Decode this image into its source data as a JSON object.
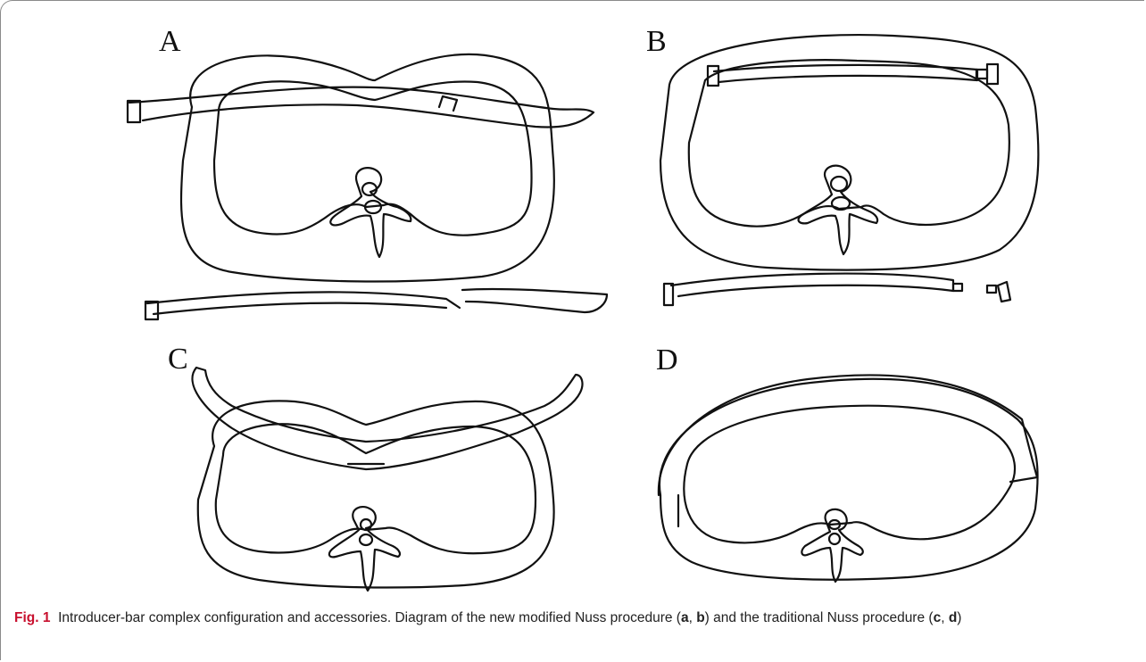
{
  "panels": {
    "a": "A",
    "b": "B",
    "c": "C",
    "d": "D"
  },
  "caption": {
    "fig_label": "Fig. 1",
    "text_1": "Introducer-bar complex configuration and accessories. Diagram of the new modified Nuss procedure (",
    "a": "a",
    "sep1": ", ",
    "b": "b",
    "text_2": ") and the traditional Nuss procedure (",
    "c": "c",
    "sep2": ", ",
    "d": "d",
    "text_3": ")"
  },
  "colors": {
    "accent": "#c8102e",
    "line": "#111111"
  }
}
